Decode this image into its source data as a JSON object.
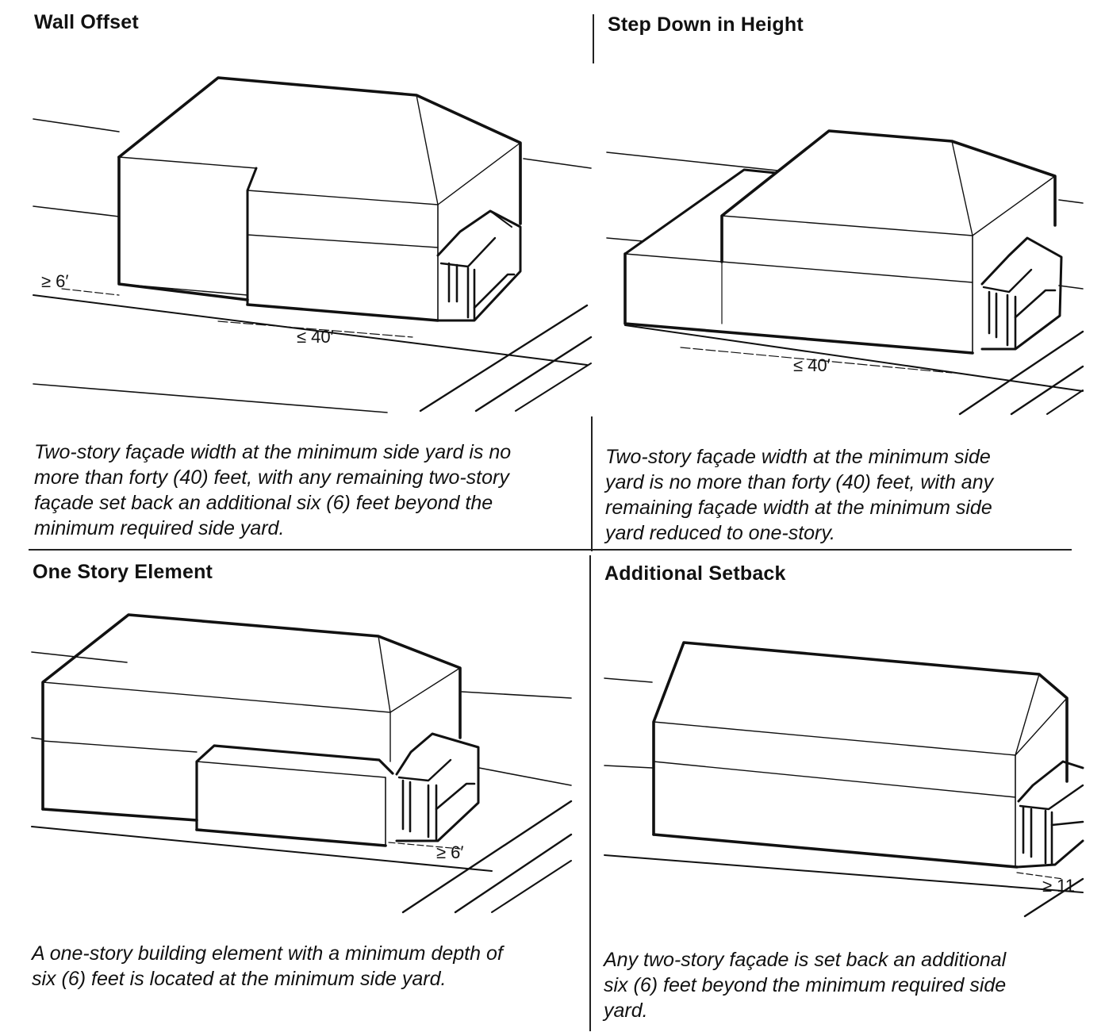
{
  "panels": [
    {
      "title": "Wall Offset",
      "caption": [
        "Two-story façade width at the minimum side yard is no",
        "more than forty (40) feet, with any remaining two-story",
        "façade set back an additional six (6) feet beyond the",
        "minimum required side yard."
      ],
      "labels": [
        "≥ 6′",
        "≤ 40′"
      ]
    },
    {
      "title": "Step Down in Height",
      "caption": [
        "Two-story façade width at the minimum side",
        "yard is no more than forty (40) feet, with any",
        "remaining façade width at the minimum side",
        "yard reduced to one-story."
      ],
      "labels": [
        "≤ 40′"
      ]
    },
    {
      "title": "One Story Element",
      "caption": [
        "A one-story building element with a minimum depth of",
        "six (6) feet is located at the minimum side yard."
      ],
      "labels": [
        "≥ 6′"
      ]
    },
    {
      "title": "Additional Setback",
      "caption": [
        "Any two-story façade is set back an additional",
        "six (6) feet beyond the minimum required side",
        "yard."
      ],
      "labels": [
        "≥ 11"
      ]
    }
  ]
}
